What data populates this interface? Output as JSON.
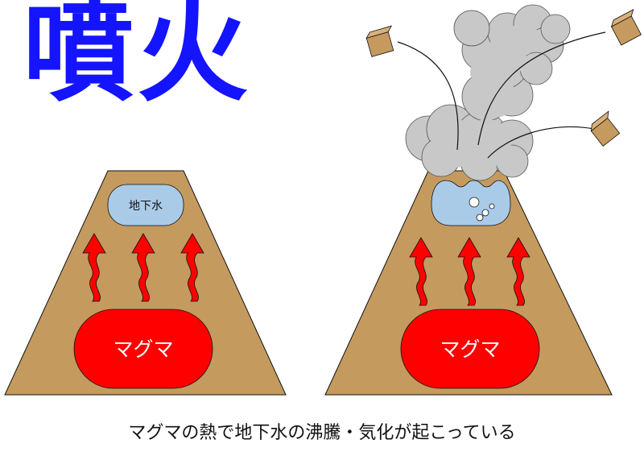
{
  "title": "噴火",
  "left_volcano": {
    "groundwater_label": "地下水",
    "magma_label": "マグマ"
  },
  "right_volcano": {
    "magma_label": "マグマ"
  },
  "caption": "マグマの熱で地下水の沸騰・気化が起こっている",
  "colors": {
    "title": "#1414ff",
    "mountain": "#c49a5e",
    "magma": "#ff0000",
    "heat_arrow": "#ff0000",
    "groundwater": "#a9cbe8",
    "smoke": "#c8c8c8",
    "rock": "#c69a5f"
  },
  "icons": [
    "heat-arrow-icon",
    "steam-bubble-icon",
    "volcanic-rock-icon",
    "smoke-plume-icon"
  ]
}
